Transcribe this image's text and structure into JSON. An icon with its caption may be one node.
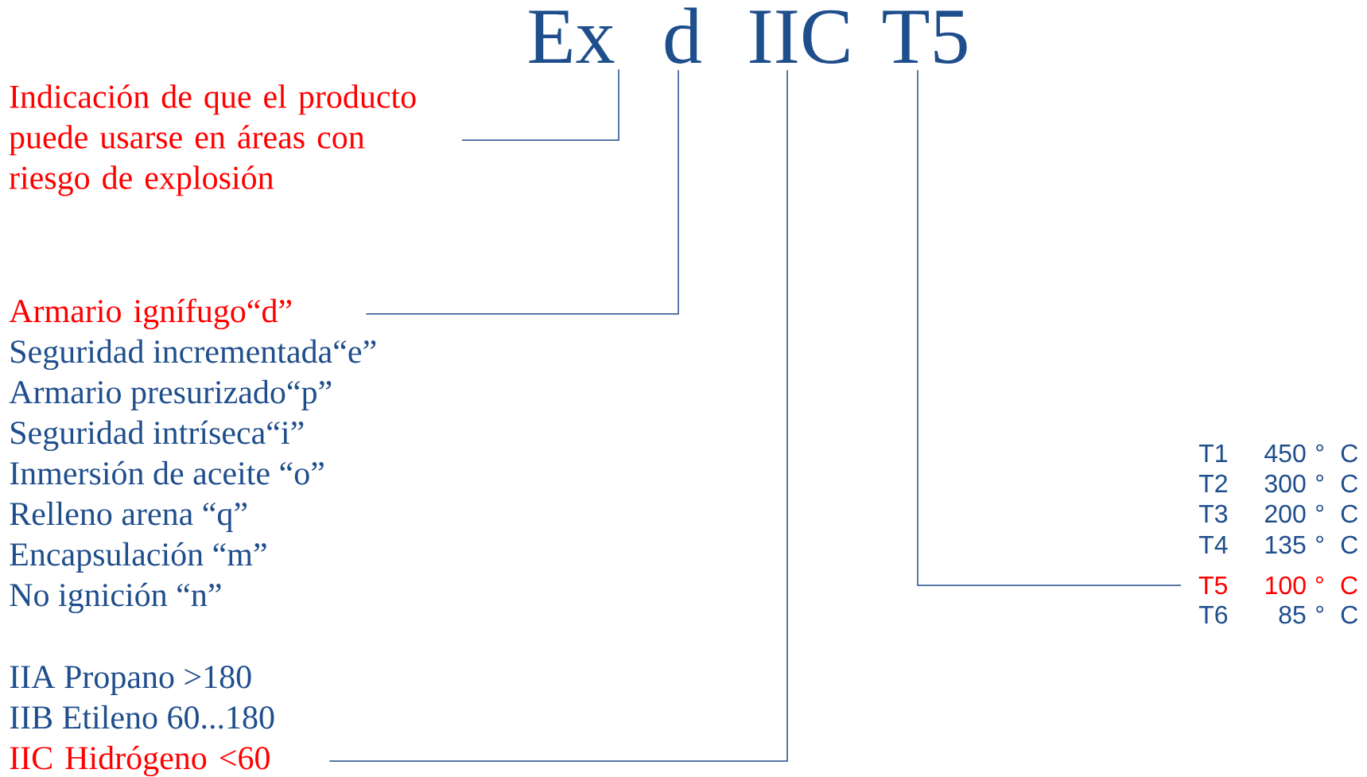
{
  "diagram": {
    "nodes": [
      {
        "text": [
          "Ex"
        ]
      },
      {
        "text": [
          "d"
        ]
      },
      {
        "text": [
          "IIC"
        ]
      },
      {
        "text": [
          "T5"
        ]
      },
      {
        "text": [
          "Indicación de que el producto puede usarse en áreas con riesgo de explosión"
        ]
      },
      {
        "text": [
          "Armario ignífugo“d”"
        ]
      },
      {
        "text": [
          "IIC Hidrógeno <60"
        ]
      },
      {
        "text": [
          "T5",
          "100",
          "°",
          "C"
        ]
      }
    ],
    "edges": [
      {
        "from": 0,
        "to": 4,
        "arrow": "none"
      },
      {
        "from": 1,
        "to": 5,
        "arrow": "none"
      },
      {
        "from": 2,
        "to": 6,
        "arrow": "none"
      },
      {
        "from": 3,
        "to": 7,
        "arrow": "none"
      }
    ],
    "labels": [
      "Seguridad incrementada“e”",
      "Armario presurizado“p”",
      "Seguridad intríseca“i”",
      "Inmersión de aceite “o”",
      "Relleno arena “q”",
      "Encapsulación “m”",
      "No ignición “n”",
      "IIA Propano >180",
      "IIB Etileno 60...180",
      "T1",
      "450",
      "°",
      "C",
      "T2",
      "300",
      "°",
      "C",
      "T3",
      "200",
      "°",
      "C",
      "T4",
      "135",
      "°",
      "C",
      "T6",
      "85",
      "°",
      "C"
    ]
  }
}
